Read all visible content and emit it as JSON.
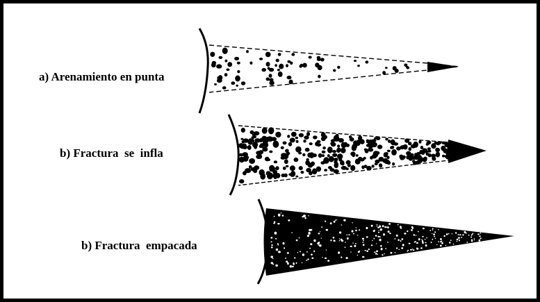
{
  "labels": {
    "tip_screenout": "a) Arenamiento en punta",
    "fracture_inflates": "b) Fractura  se  infla",
    "fracture_packed": "b) Fractura  empacada"
  },
  "colors": {
    "ink": "#000000",
    "background": "#ffffff"
  }
}
